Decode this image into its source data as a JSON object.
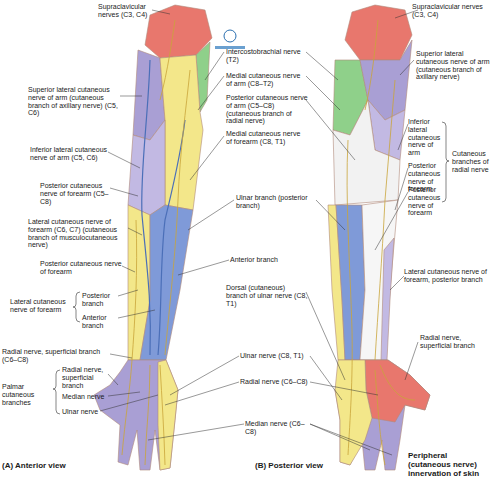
{
  "diagram": {
    "labels": [
      "Supraclavicular nerves (C3, C4)",
      "Superior lateral cutaneous nerve of arm (cutaneous branch of axillary nerve) (C5, C6)",
      "Inferior lateral cutaneous nerve of arm (C5, C6)",
      "Posterior cutaneous nerve of forearm (C5–C8)",
      "Lateral cutaneous nerve of forearm (C6, C7) (cutaneous branch of musculocutaneous nerve)",
      "Posterior cutaneous nerve of forearm",
      "Lateral cutaneous nerve of forearm",
      "Posterior branch",
      "Anterior branch",
      "Radial nerve, superficial branch (C6–C8)",
      "Palmar cutaneous branches",
      "Radial nerve, superficial branch",
      "Median nerve",
      "Ulnar nerve",
      "(A) Anterior view",
      "Intercostobrachial nerve (T2)",
      "Medial cutaneous nerve of arm (C8–T2)",
      "Posterior cutaneous nerve of arm (C5–C8) (cutaneous branch of radial nerve)",
      "Medial cutaneous nerve of forearm (C8, T1)",
      "Ulnar branch (posterior branch)",
      "Anterior branch",
      "Dorsal (cutaneous) branch of ulnar nerve (C8, T1)",
      "Ulnar nerve (C8, T1)",
      "Radial nerve (C6–C8)",
      "Median nerve (C6–C8)",
      "Supraclavicular nerves (C3, C4)",
      "Superior lateral cutaneous nerve of arm (cutaneous branch of axillary nerve)",
      "Inferior lateral cutaneous nerve of arm",
      "Posterior cutaneous nerve of forearm",
      "Posterior cutaneous nerve of forearm",
      "Cutaneous branches of radial nerve",
      "Lateral cutaneous nerve of forearm, posterior branch",
      "Radial nerve, superficial branch",
      "Peripheral (cutaneous nerve) innervation of skin",
      "(B) Posterior view"
    ]
  }
}
